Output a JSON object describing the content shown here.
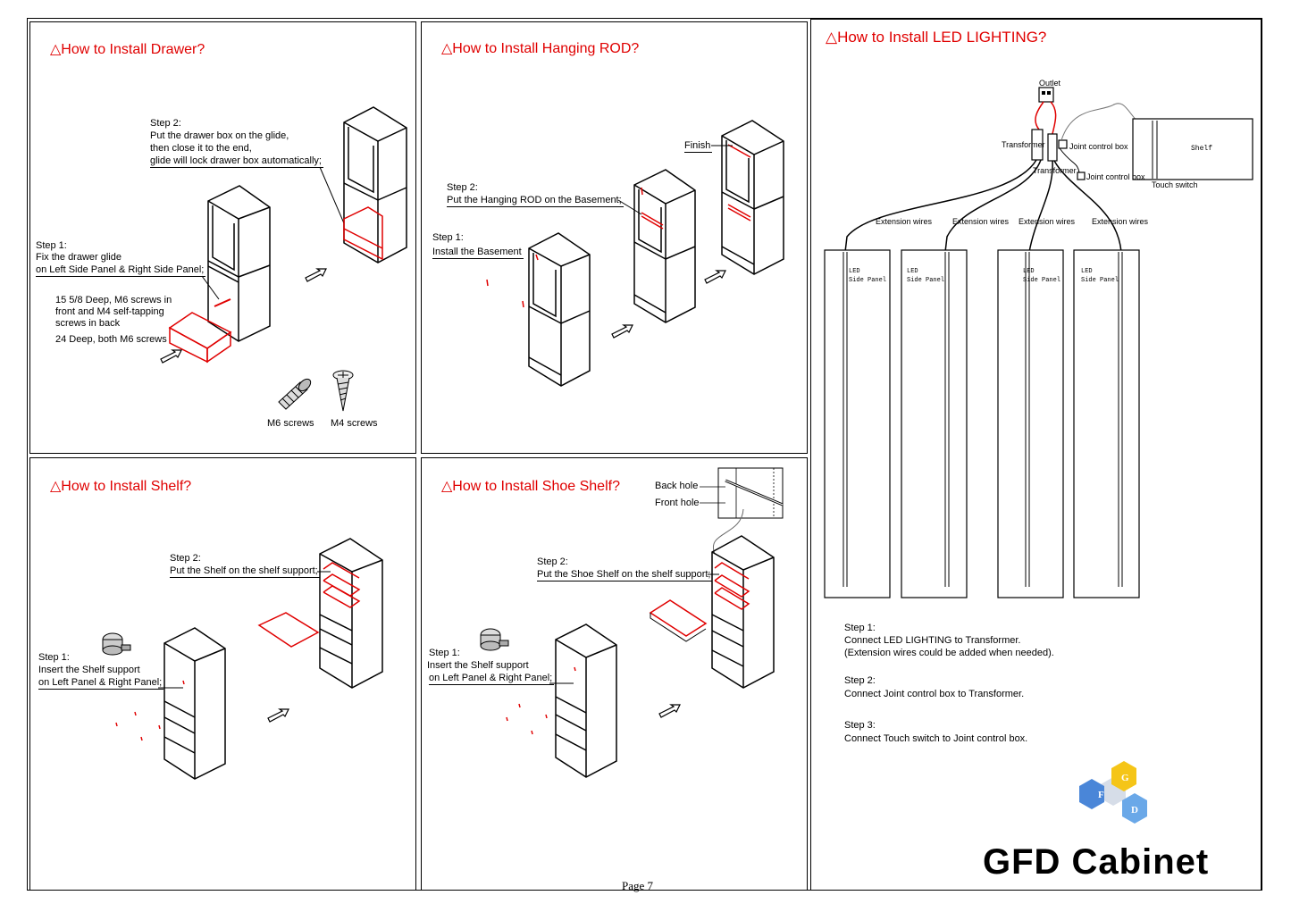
{
  "drawer": {
    "title": "△How to Install Drawer?",
    "step2": [
      "Step 2:",
      "Put the drawer box on the glide,",
      "then close it to the end,",
      "glide will lock drawer box automatically;"
    ],
    "step1": [
      "Step 1:",
      "Fix the drawer glide",
      "on Left Side Panel & Right Side Panel;"
    ],
    "note1": [
      "15 5/8 Deep, M6 screws in",
      "front and M4 self-tapping",
      "screws in back"
    ],
    "note2": "24 Deep, both M6 screws",
    "m6": "M6 screws",
    "m4": "M4 screws"
  },
  "rod": {
    "title": "△How to Install Hanging ROD?",
    "finish": "Finish",
    "step2": [
      "Step 2:",
      "Put the Hanging ROD on the Basement;"
    ],
    "step1": [
      "Step 1:",
      "Install the Basement"
    ]
  },
  "led": {
    "title": "△How to Install LED LIGHTING?",
    "outlet": "Outlet",
    "transformer1": "Transformer",
    "transformer2": "Transformer",
    "joint1": "Joint control box",
    "joint2": "Joint control box",
    "shelf": "Shelf",
    "touch": "Touch switch",
    "ext": [
      "Extension wires",
      "Extension wires",
      "Extension wires",
      "Extension wires"
    ],
    "panel_led": "LED",
    "panel_side": "Side Panel",
    "step1": [
      "Step 1:",
      "Connect LED LIGHTING to Transformer.",
      "(Extension wires could be added when needed)."
    ],
    "step2": [
      "Step 2:",
      "Connect Joint control box to Transformer."
    ],
    "step3": [
      "Step 3:",
      "Connect Touch switch to Joint control box."
    ]
  },
  "shelf": {
    "title": "△How to Install Shelf?",
    "step2": [
      "Step 2:",
      "Put the Shelf on the shelf support;"
    ],
    "step1": [
      "Step 1:",
      "Insert the Shelf support",
      "on Left Panel & Right Panel;"
    ]
  },
  "shoe": {
    "title": "△How to Install Shoe Shelf?",
    "back": "Back hole",
    "front": "Front hole",
    "step2": [
      "Step 2:",
      "Put the Shoe Shelf on the shelf support;"
    ],
    "step1": [
      "Step 1:",
      "Insert the Shelf support",
      "on Left Panel & Right Panel;"
    ]
  },
  "logo": {
    "f": "F",
    "g": "G",
    "d": "D"
  },
  "brand": "GFD Cabinet",
  "page": "Page  7",
  "colors": {
    "accent": "#e00000",
    "logo_blue": "#4a86d8",
    "logo_yellow": "#f5c518",
    "logo_lightblue": "#6aa8e8"
  }
}
